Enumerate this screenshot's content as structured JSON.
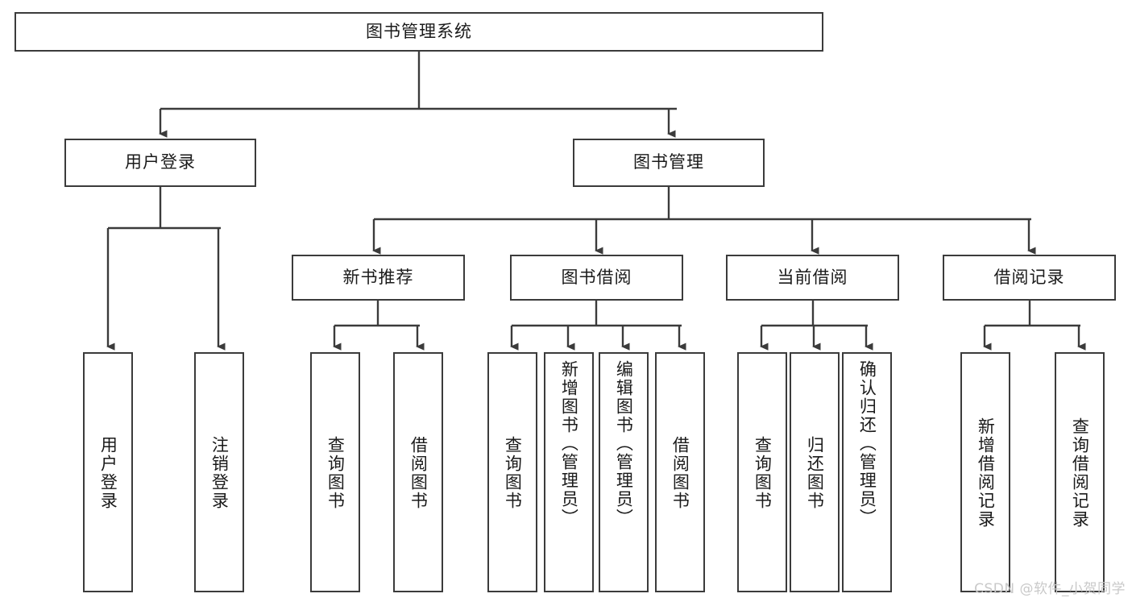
{
  "diagram": {
    "title": "图书管理系统",
    "type": "tree-hierarchy-diagram",
    "root": {
      "label": "图书管理系统"
    },
    "level2": [
      {
        "label": "用户登录"
      },
      {
        "label": "图书管理"
      }
    ],
    "level3": [
      {
        "label": "新书推荐"
      },
      {
        "label": "图书借阅"
      },
      {
        "label": "当前借阅"
      },
      {
        "label": "借阅记录"
      }
    ],
    "leaves": {
      "user_login": [
        {
          "label": "用户登录"
        },
        {
          "label": "注销登录"
        }
      ],
      "new_book_recommend": [
        {
          "label": "查询图书"
        },
        {
          "label": "借阅图书"
        }
      ],
      "book_borrow": [
        {
          "label": "查询图书"
        },
        {
          "label": "新增图书（管理员）"
        },
        {
          "label": "编辑图书（管理员）"
        },
        {
          "label": "借阅图书"
        }
      ],
      "current_borrow": [
        {
          "label": "查询图书"
        },
        {
          "label": "归还图书"
        },
        {
          "label": "确认归还（管理员）"
        }
      ],
      "borrow_record": [
        {
          "label": "新增借阅记录"
        },
        {
          "label": "查询借阅记录"
        }
      ]
    }
  },
  "watermark": {
    "text": "CSDN @软件_小贺同学"
  },
  "colors": {
    "stroke": "#3b3b3b",
    "text": "#1a1a1a",
    "background": "#ffffff",
    "watermark": "#c9c9c9"
  }
}
